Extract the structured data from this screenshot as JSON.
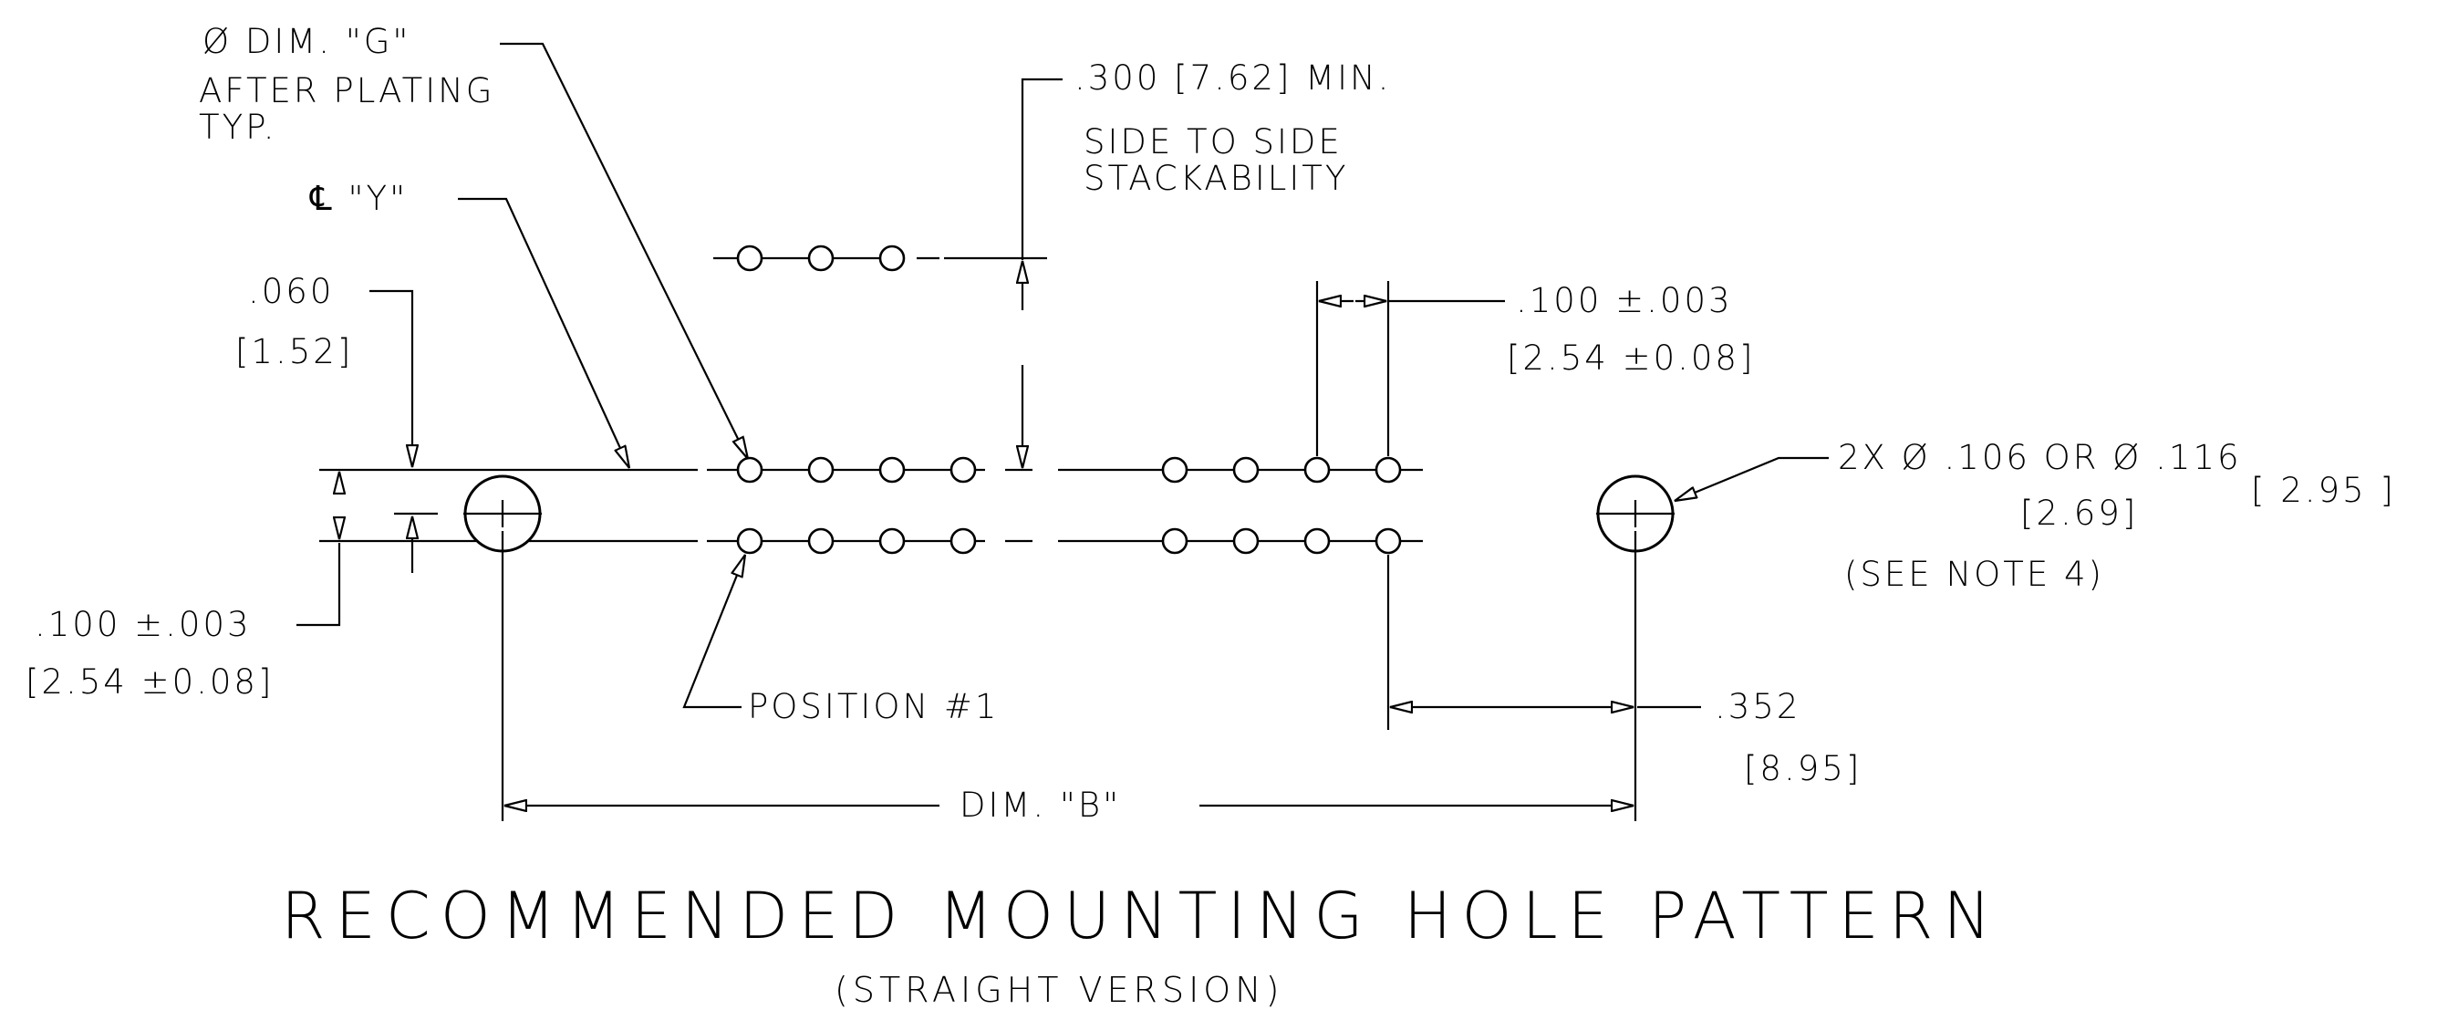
{
  "drawing": {
    "title": "RECOMMENDED MOUNTING HOLE PATTERN",
    "subtitle": "(STRAIGHT VERSION)"
  },
  "callouts": {
    "dim_g_line1": "Ø DIM. \"G\"",
    "dim_g_line2": "AFTER PLATING",
    "dim_g_line3": "TYP.",
    "centerline_y": "℄ \"Y\"",
    "offset_060_in": ".060",
    "offset_060_mm": "[1.52]",
    "min_300": ".300 [7.62] MIN.",
    "stack_line1": "SIDE TO SIDE",
    "stack_line2": "STACKABILITY",
    "pitch_top_in": ".100 ±.003",
    "pitch_top_mm": "[2.54 ±0.08]",
    "mount_hole_line1": "2X Ø .106  OR  Ø .116",
    "mount_hole_alt_mm": "[ 2.95 ]",
    "mount_hole_mm": "[2.69]",
    "mount_hole_note": "(SEE NOTE 4)",
    "row_pitch_in": ".100 ±.003",
    "row_pitch_mm": "[2.54 ±0.08]",
    "position_1": "POSITION #1",
    "edge_352_in": ".352",
    "edge_352_mm": "[8.95]",
    "dim_b": "DIM. \"B\""
  }
}
